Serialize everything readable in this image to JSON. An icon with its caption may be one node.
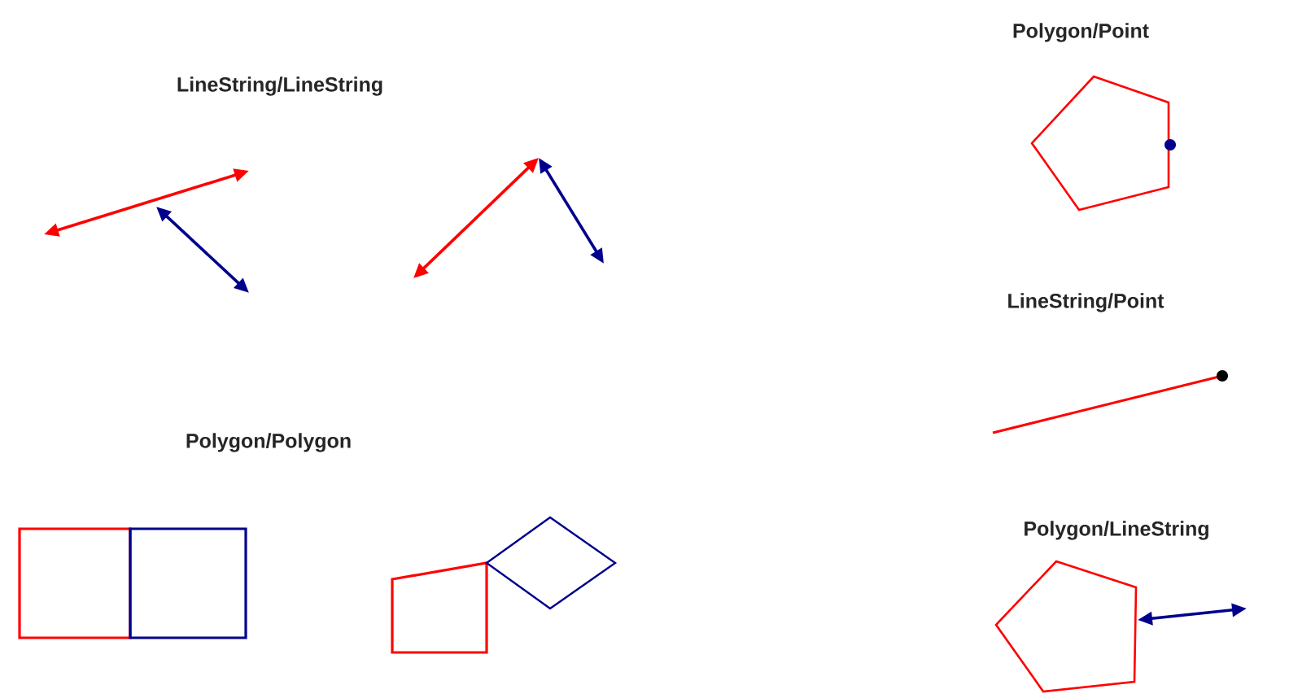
{
  "diagram": {
    "labels": [
      "Polygon/Point",
      "LineString/LineString",
      "LineString/Point",
      "Polygon/Polygon",
      "Polygon/LineString"
    ]
  }
}
